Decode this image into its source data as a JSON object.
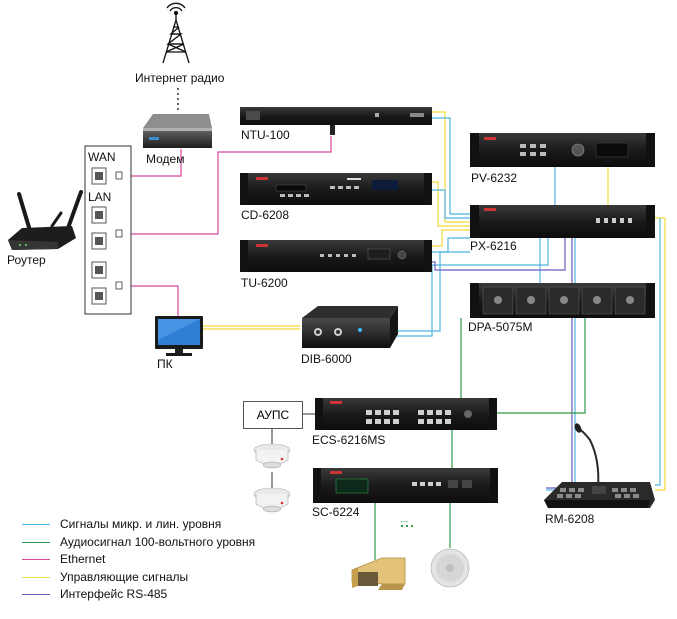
{
  "labels": {
    "internet_radio": "Интернет радио",
    "modem": "Модем",
    "router": "Роутер",
    "wan": "WAN",
    "lan": "LAN",
    "pc": "ПК",
    "ntu": "NTU-100",
    "cd": "CD-6208",
    "tu": "TU-6200",
    "dib": "DIB-6000",
    "pv": "PV-6232",
    "px": "PX-6216",
    "dpa": "DPA-5075M",
    "aups": "АУПС",
    "ecs": "ECS-6216MS",
    "sc": "SC-6224",
    "rm": "RM-6208",
    "dots": "..."
  },
  "legend": [
    {
      "label": "Сигналы микр. и лин. уровня",
      "color": "#4fb3e0"
    },
    {
      "label": "Аудиосигнал 100-вольтного уровня",
      "color": "#2e9a4a"
    },
    {
      "label": "Ethernet",
      "color": "#d6479e"
    },
    {
      "label": "Управляющие сигналы",
      "color": "#f0dc3a"
    },
    {
      "label": "Интерфейс RS-485",
      "color": "#6a5bbf"
    }
  ],
  "colors": {
    "signal": "#4fb3e0",
    "audio100": "#2e9a4a",
    "ethernet": "#d6479e",
    "control": "#f0dc3a",
    "rs485": "#6a5bbf",
    "device": "#1c1c1c"
  },
  "icons": [
    "radio-tower-icon",
    "modem-icon",
    "router-icon",
    "pc-monitor-icon",
    "horn-speaker-icon",
    "ceiling-speaker-icon",
    "smoke-detector-icon",
    "microphone-icon"
  ]
}
